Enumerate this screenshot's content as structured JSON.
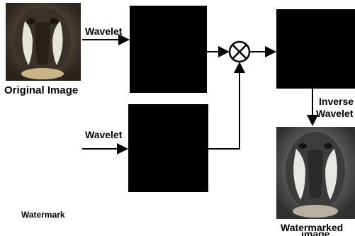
{
  "labels": {
    "original_image": "Original Image",
    "wavelet_top": "Wavelet",
    "wavelet_bottom": "Wavelet",
    "inverse": "Inverse",
    "inverse_wavelet": "Wavelet",
    "watermark": "Watermark",
    "watermarked": "Watermarked",
    "watermarked_image": "Image"
  },
  "operator_symbol": "multiply-circle",
  "icons": [
    "mandrill-original-image",
    "mandrill-watermarked-image"
  ],
  "colors": {
    "block_fill": "#000000",
    "stroke": "#000000",
    "background": "#ffffff"
  }
}
